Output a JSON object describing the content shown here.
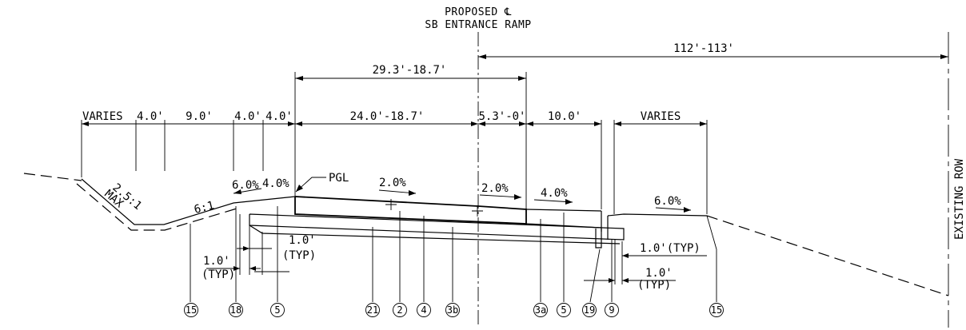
{
  "header": {
    "line1": "PROPOSED ℄",
    "line2": "SB ENTRANCE RAMP"
  },
  "dimensions": {
    "d_112_113": "112'-113'",
    "d_29_3": "29.3'-18.7'",
    "varies_left": "VARIES",
    "d_4_0_a": "4.0'",
    "d_9_0": "9.0'",
    "d_4_0_b": "4.0'",
    "d_4_0_c": "4.0'",
    "d_24_0": "24.0'-18.7'",
    "d_5_3": "5.3'-0'",
    "d_10_0": "10.0'",
    "varies_right": "VARIES"
  },
  "slopes": {
    "s_2_5_1": "2.5:1",
    "max": "MAX",
    "s_6_1": "6:1",
    "s_6_0_left": "6.0%",
    "s_4_0_left": "4.0%",
    "s_2_0_a": "2.0%",
    "s_2_0_b": "2.0%",
    "s_4_0_right": "4.0%",
    "s_6_0_right": "6.0%"
  },
  "labels": {
    "pgl": "PGL",
    "existing_row": "EXISTING ROW"
  },
  "small_dims": {
    "left_1_0": "1.0'",
    "left_typ": "(TYP)",
    "mid_1_0": "1.0'",
    "mid_typ": "(TYP)",
    "right_1_0_typ": "1.0'(TYP)",
    "right_1_0": "1.0'",
    "right_typ": "(TYP)"
  },
  "callouts": [
    "15",
    "18",
    "5",
    "21",
    "2",
    "4",
    "3b",
    "3a",
    "5",
    "19",
    "9",
    "15"
  ]
}
